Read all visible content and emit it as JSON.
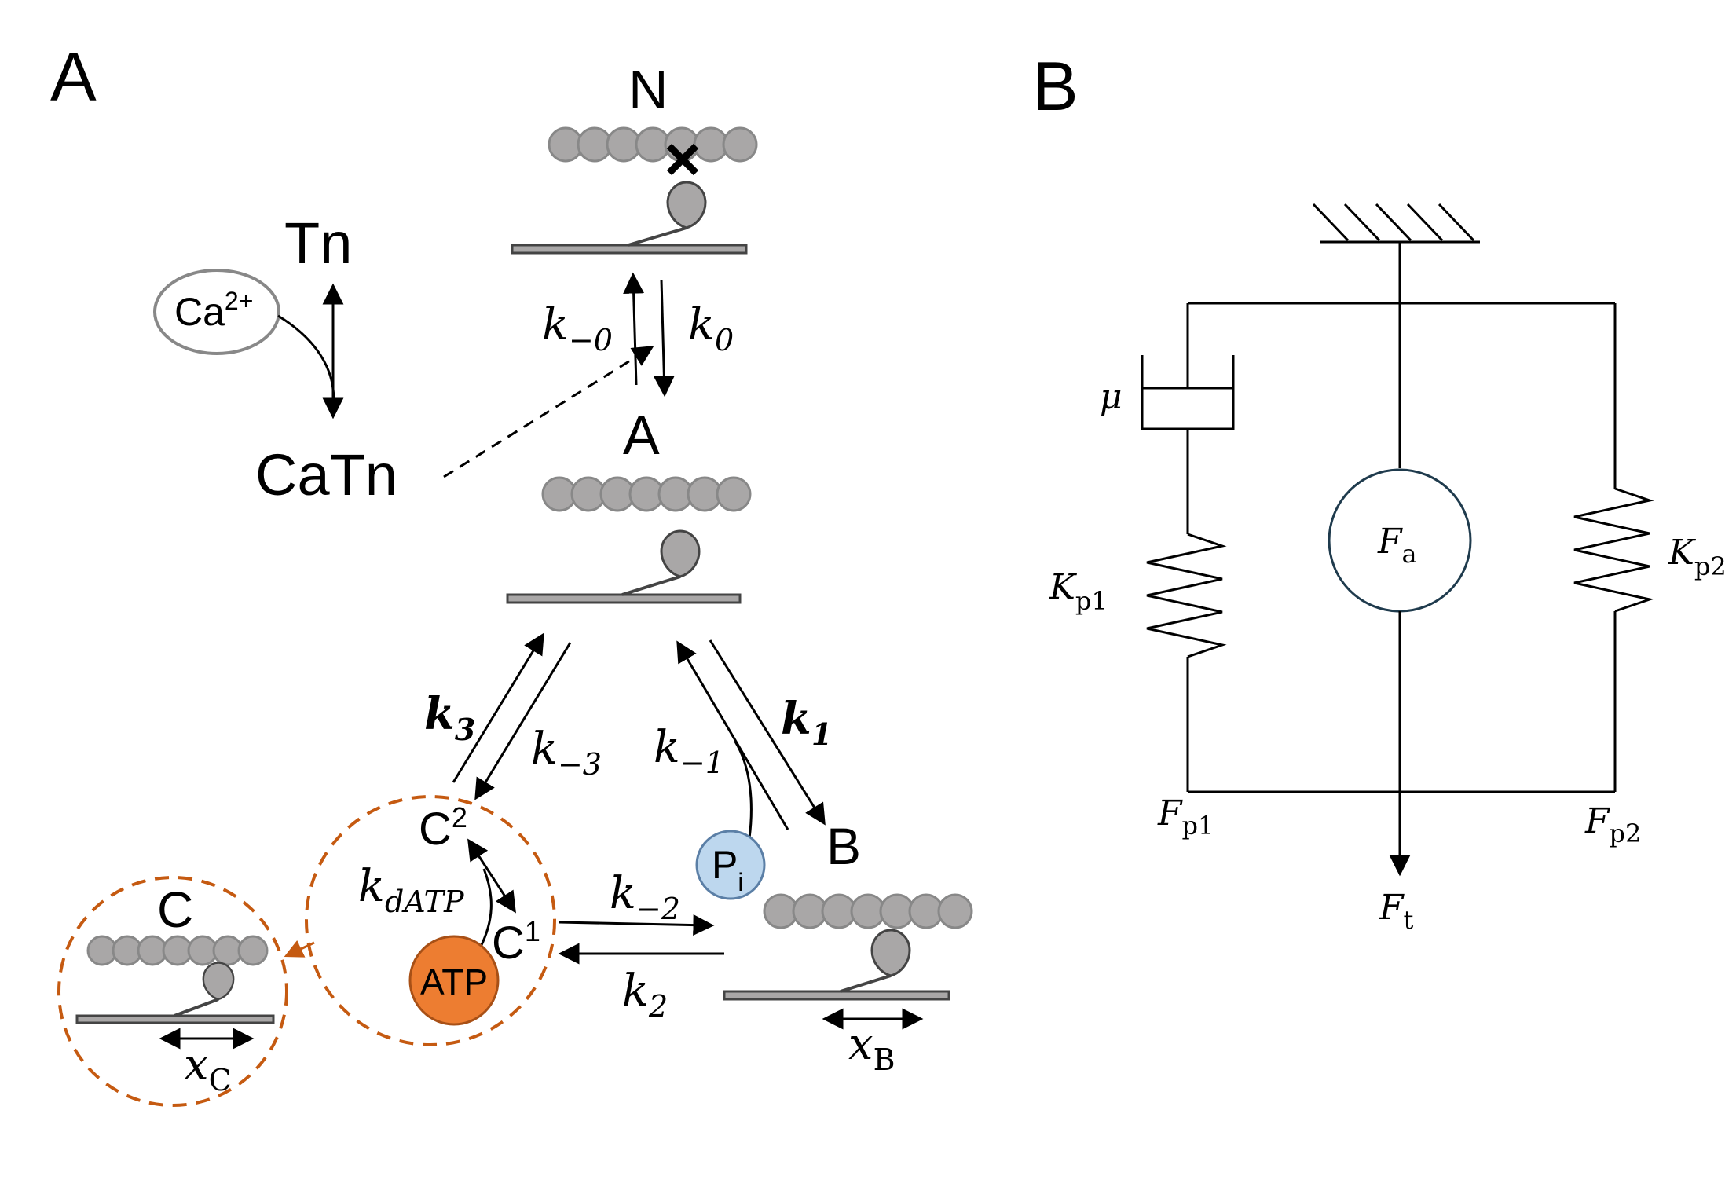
{
  "panel_a": {
    "label": "A",
    "states": {
      "N": "N",
      "A": "A",
      "B": "B",
      "C": "C",
      "Tn": "Tn",
      "CaTn": "CaTn"
    },
    "ion": {
      "base": "Ca",
      "sup": "2+"
    },
    "substates": {
      "C2_base": "C",
      "C2_sup": "2",
      "C1_base": "C",
      "C1_sup": "1"
    },
    "pi": {
      "base": "P",
      "sub": "i"
    },
    "atp": "ATP",
    "rates": {
      "k_m0": {
        "base": "k",
        "sub": "−0"
      },
      "k0": {
        "base": "k",
        "sub": "0"
      },
      "k3": {
        "base": "k",
        "sub": "3"
      },
      "k_m3": {
        "base": "k",
        "sub": "−3"
      },
      "k_m1": {
        "base": "k",
        "sub": "−1"
      },
      "k1": {
        "base": "k",
        "sub": "1"
      },
      "kdATP": {
        "base": "k",
        "sub": "dATP"
      },
      "k_m2": {
        "base": "k",
        "sub": "−2"
      },
      "k2": {
        "base": "k",
        "sub": "2"
      }
    },
    "displacements": {
      "xC": {
        "base": "x",
        "sub": "C"
      },
      "xB": {
        "base": "x",
        "sub": "B"
      }
    },
    "colors": {
      "actin": "#a9a7a7",
      "myosin": "#a9a7a7",
      "atp": "#ed7d31",
      "pi": "#bdd7ee",
      "dashed_circle": "#c55a11"
    }
  },
  "panel_b": {
    "label": "B",
    "mu": "μ",
    "Kp1": {
      "base": "K",
      "sub": "p1"
    },
    "Kp2": {
      "base": "K",
      "sub": "p2"
    },
    "Fa": {
      "base": "F",
      "sub": "a"
    },
    "Fp1": {
      "base": "F",
      "sub": "p1"
    },
    "Fp2": {
      "base": "F",
      "sub": "p2"
    },
    "Ft": {
      "base": "F",
      "sub": "t"
    },
    "colors": {
      "force_circle": "#1f3b4d"
    }
  }
}
